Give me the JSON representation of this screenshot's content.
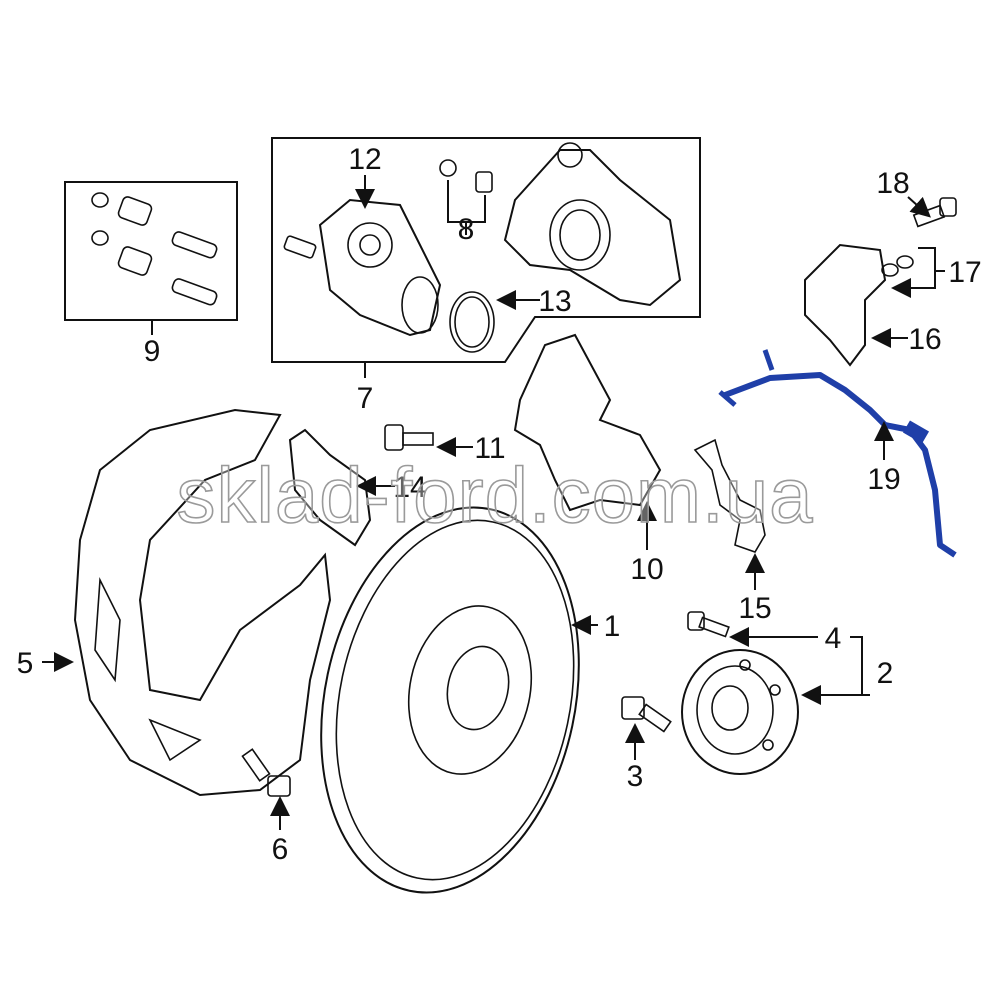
{
  "diagram": {
    "callouts": [
      "1",
      "2",
      "3",
      "4",
      "5",
      "6",
      "7",
      "8",
      "9",
      "10",
      "11",
      "12",
      "13",
      "14",
      "15",
      "16",
      "17",
      "18",
      "19"
    ],
    "watermark": "sklad-ford.com.ua",
    "highlight_color": "#1f3fa8",
    "highlighted_part": "19"
  }
}
